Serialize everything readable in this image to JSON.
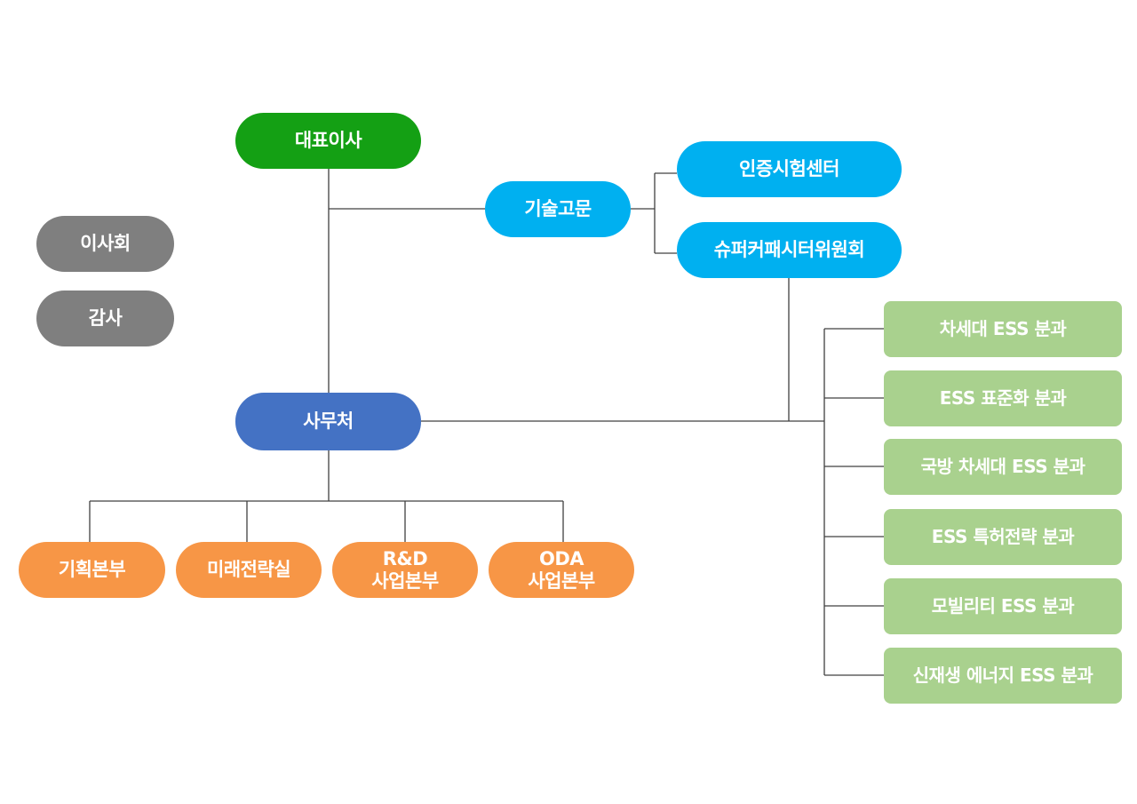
{
  "nodes": {
    "ceo": "대표이사",
    "board": "이사회",
    "auditor": "감사",
    "tech_advisor": "기술고문",
    "cert_center": "인증시험센터",
    "supercap_committee": "슈퍼커패시터위원회",
    "secretariat": "사무처",
    "planning": "기획본부",
    "future_strategy": "미래전략실",
    "rnd_line1": "R&D",
    "rnd_line2": "사업본부",
    "oda_line1": "ODA",
    "oda_line2": "사업본부",
    "sub1": "차세대 ESS 분과",
    "sub2": "ESS 표준화 분과",
    "sub3": "국방 차세대 ESS 분과",
    "sub4": "ESS 특허전략 분과",
    "sub5": "모빌리티 ESS 분과",
    "sub6": "신재생 에너지 ESS 분과"
  },
  "colors": {
    "ceo": "#14a014",
    "board": "#7f7f7f",
    "advisory": "#00b0f0",
    "secretariat": "#4472c4",
    "divisions": "#f79646",
    "subcommittees": "#a9d18e",
    "connector": "#404040"
  }
}
